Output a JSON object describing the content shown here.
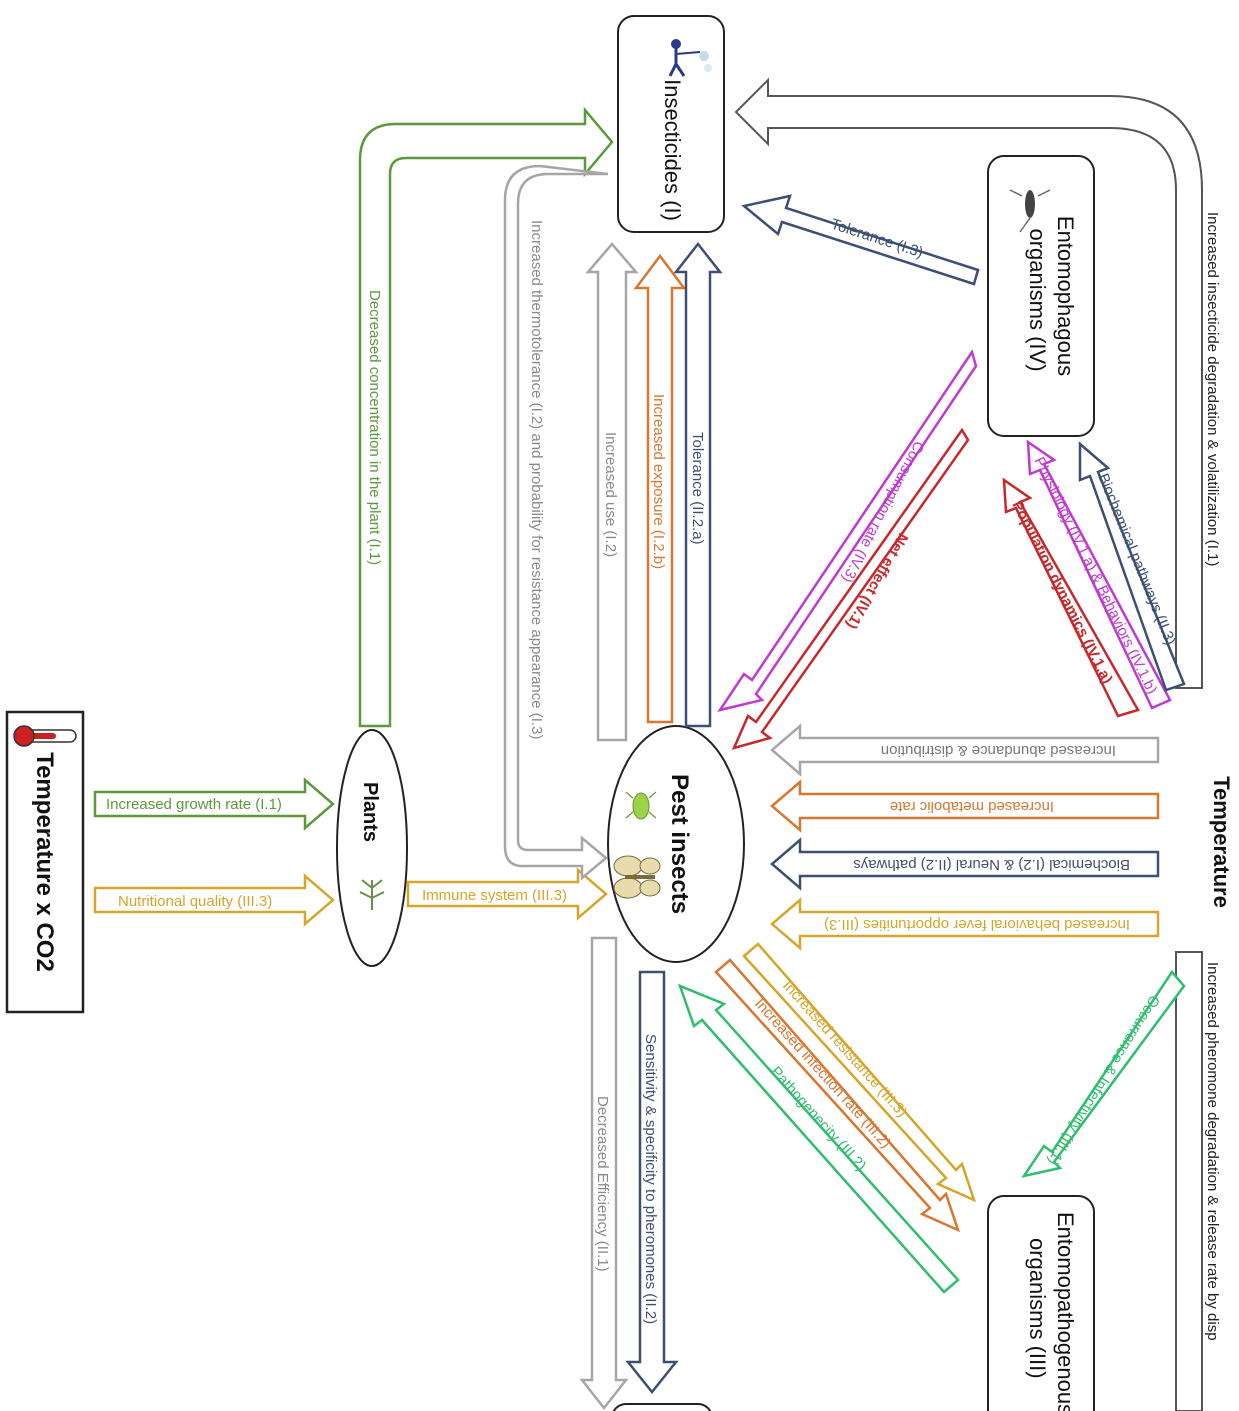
{
  "nodes": {
    "temperature_co2": "Temperature x CO2",
    "plants": "Plants",
    "pest_insects": "Pest insects",
    "insecticides": "Insecticides (I)",
    "entomophagous": [
      "Entomophagous",
      "organisms (IV)"
    ],
    "entomopathogenous": [
      "Entomopathogenous",
      "organisms (III)"
    ],
    "temperature": "Temperature"
  },
  "labels": {
    "increased_growth_rate": "Increased growth rate (I.1)",
    "nutritional_quality": "Nutritional quality (III.3)",
    "immune_system": "Immune system (III.3)",
    "decreased_concentration": "Decreased concentration in the plant (I.1)",
    "increased_thermotolerance": "Increased thermotolerance (I.2) and probability for resistance appearance (I.3)",
    "increased_use": "Increased use (I.2)",
    "increased_exposure": "Increased exposure (I.2.b)",
    "tolerance_ii2a": "Tolerance (II.2.a)",
    "tolerance_i3": "Tolerance (I.3)",
    "consumption_rate": "Consumption rate (IV.3)",
    "net_effect": "Net effect (IV.1)",
    "population_dynamics": "Population dynamics (IV.1.a)",
    "physiology_behaviors": "Physiology (IV.1.a) & Behaviors (IV.1.b)",
    "biochemical_pathways": "Biochemical pathways (II.3)",
    "insecticide_degradation": "Increased insecticide degradation & volatilization (I.1)",
    "pheromone_degradation": "Increased pheromone degradation & release rate by disp",
    "abundance_distribution": "Increased abundance & distribution",
    "metabolic_rate": "Increased metabolic rate",
    "biochemical_neural": "Biochemical (I.2) & Neural (II.2) pathways",
    "behavioral_fever": "Increased behavioral fever opportunities (III.3)",
    "occurrence_infectivity": "Occurrence & Infectivity (III.1)",
    "increased_resistance": "Increased resistance (III.3)",
    "increased_infection_rate": "Increased infection rate (III.2)",
    "pathogenecity": "Pathogenecity (III.2)",
    "sensitivity_specificity": "Sensitivity & specificity to pheromones (II.2)",
    "decreased_efficiency": "Decreased Efficiency (II.1)"
  },
  "colors": {
    "green": "#5b9a3c",
    "gold": "#d4a62a",
    "gray": "#a6a6a6",
    "orange": "#d9762f",
    "navy": "#3d4f73",
    "magenta": "#c03ad0",
    "red": "#c8282a",
    "teal": "#2fbe6e",
    "dark": "#333333"
  }
}
